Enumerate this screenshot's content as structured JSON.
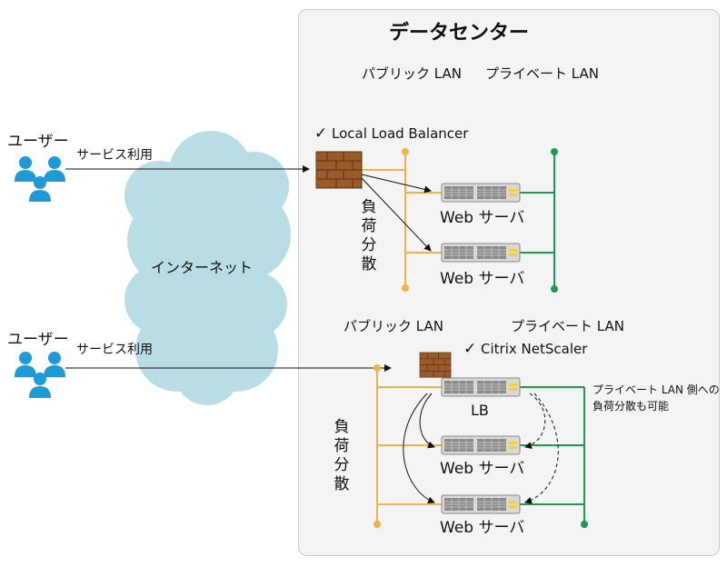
{
  "data_center": {
    "title": "データセンター"
  },
  "top_section": {
    "public_lan": "パブリック LAN",
    "private_lan": "プライベート LAN",
    "balancer_label": "Local Load Balancer",
    "load_distribution": "負荷分散",
    "web_server_1": "Web サーバ",
    "web_server_2": "Web サーバ"
  },
  "bottom_section": {
    "public_lan": "パブリック LAN",
    "private_lan": "プライベート LAN",
    "balancer_label": "Citrix NetScaler",
    "lb_label": "LB",
    "load_distribution": "負荷分散",
    "web_server_1": "Web サーバ",
    "web_server_2": "Web サーバ",
    "note": "プライベート LAN 側への負荷分散も可能"
  },
  "users": [
    {
      "label": "ユーザー",
      "service": "サービス利用"
    },
    {
      "label": "ユーザー",
      "service": "サービス利用"
    }
  ],
  "internet": {
    "label": "インターネット"
  },
  "colors": {
    "public_lan": "#f0b24a",
    "private_lan": "#1e9b4f",
    "cloud": "#b9dde4",
    "user": "#1e9ad6",
    "firewall": "#9b5a2a"
  }
}
